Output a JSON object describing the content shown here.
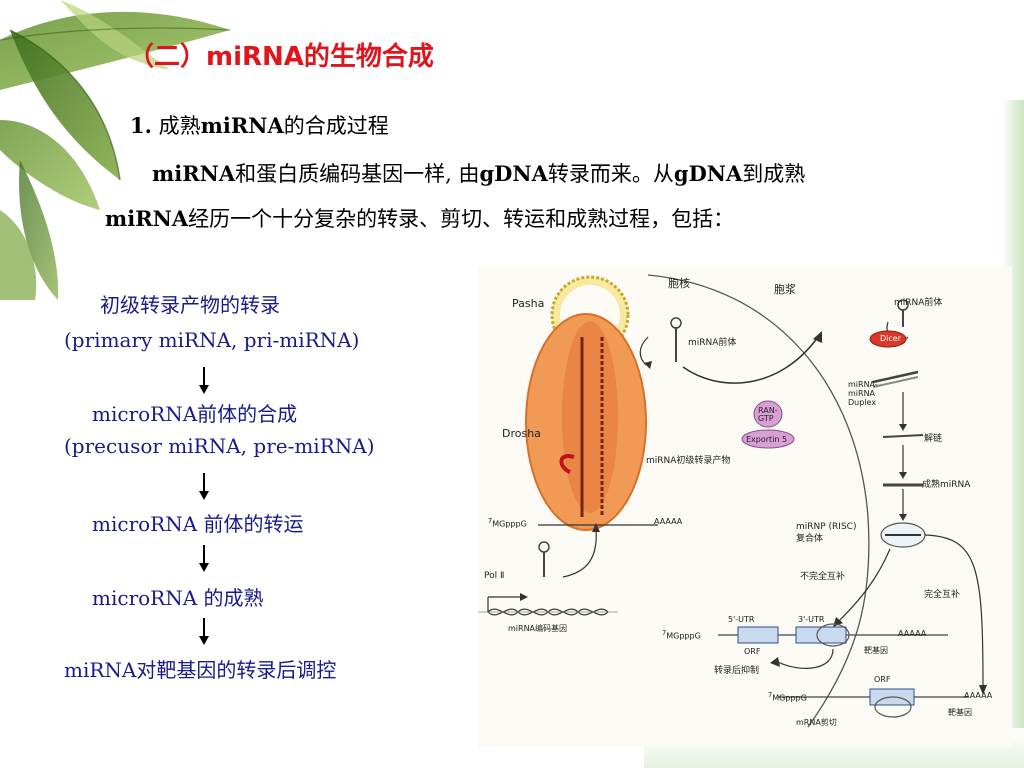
{
  "title": "（二）miRNA的生物合成",
  "section": {
    "number": "1.",
    "pre": "成熟",
    "bold": "miRNA",
    "post": "的合成过程"
  },
  "intro": {
    "line1": [
      {
        "t": "miRNA",
        "b": true
      },
      {
        "t": "和蛋白质编码基因一样, 由",
        "b": false
      },
      {
        "t": "gDNA",
        "b": true
      },
      {
        "t": "转录而来。从",
        "b": false
      },
      {
        "t": "gDNA",
        "b": true
      },
      {
        "t": "到成熟",
        "b": false
      }
    ],
    "line2": [
      {
        "t": "miRNA",
        "b": true
      },
      {
        "t": "经历一个十分复杂的转录、剪切、转运和成熟过程，包括：",
        "b": false
      }
    ]
  },
  "flow": {
    "step1_line1": "初级转录产物的转录",
    "step1_line2": "(primary miRNA, pri-miRNA)",
    "step2_line1": "microRNA前体的合成",
    "step2_line2": "(precusor miRNA, pre-miRNA)",
    "step3": "microRNA 前体的转运",
    "step4": "microRNA 的成熟",
    "step5": "miRNA对靶基因的转录后调控"
  },
  "diagram": {
    "nucleus": "胞核",
    "cytoplasm": "胞浆",
    "pasha": "Pasha",
    "drosha": "Drosha",
    "pre_mirna_nucleus": "miRNA前体",
    "pre_mirna_cyto": "miRNA前体",
    "dicer": "Dicer",
    "duplex": "miRNA-\nmiRNA\nDuplex",
    "ran_gtp": "RAN-\nGTP",
    "exportin": "Exportin 5",
    "unwind": "解链",
    "pri_mirna": "miRNA初级转录产物",
    "mature": "成熟miRNA",
    "cap1": "MGpppG",
    "cap_sup": "7",
    "polya": "AAAAA",
    "risc": "miRNP (RISC)\n复合体",
    "pol2": "Pol Ⅱ",
    "gene": "miRNA编码基因",
    "incomplete": "不完全互补",
    "complete": "完全互补",
    "utr5": "5'-UTR",
    "utr3": "3'-UTR",
    "orf": "ORF",
    "target": "靶基因",
    "repression": "转录后抑制",
    "cleavage": "mRNA剪切"
  }
}
